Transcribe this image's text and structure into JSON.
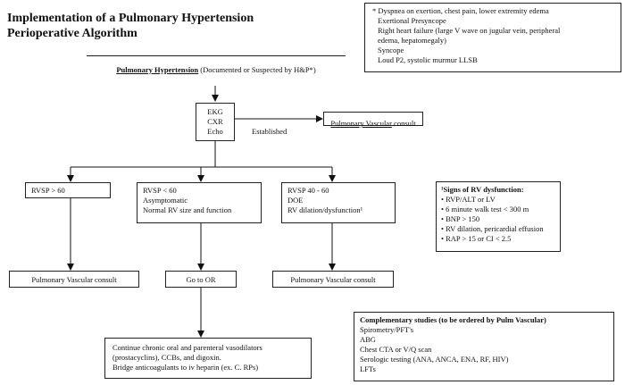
{
  "title": {
    "line1": "Implementation of a Pulmonary Hypertension",
    "line2": "Perioperative Algorithm"
  },
  "footnote_box": {
    "items": [
      "* Dyspnea on exertion, chest pain, lower extremity edema",
      "Exertional Presyncope",
      "Right heart failure (large V wave on jugular vein, peripheral",
      "edema, hepatomegaly)",
      "Syncope",
      "Loud P2, systolic murmur LLSB"
    ]
  },
  "top_box": {
    "main": "Pulmonary Hypertension",
    "suffix": " (Documented or Suspected by H&P*)"
  },
  "ekg_box": {
    "lines": [
      "EKG",
      "CXR",
      "Echo"
    ]
  },
  "establish_label": "Established",
  "pv_consult_top": {
    "main": "Pulmonary Vascular",
    "suffix": " consult"
  },
  "branches": [
    {
      "lines": [
        "RVSP > 60"
      ]
    },
    {
      "lines": [
        "RVSP < 60",
        "Asymptomatic",
        "Normal RV size and function"
      ]
    },
    {
      "lines": [
        "RVSP 40 - 60",
        "DOE",
        "RV dilation/dysfunction¹"
      ]
    }
  ],
  "rv_signs": {
    "heading": "¹Signs of RV dysfunction:",
    "items": [
      "• RVP/ALT or LV",
      "• 6 minute walk test < 300 m",
      "• BNP > 150",
      "• RV dilation, pericardial effusion",
      "• RAP > 15 or CI < 2.5"
    ]
  },
  "bottom_boxes": {
    "left": "Pulmonary Vascular consult",
    "mid": "Go to OR",
    "right": "Pulmonary Vascular consult"
  },
  "therapy_box": {
    "lines": [
      "Continue chronic oral and parenteral vasodilators",
      "(prostacyclins), CCBs, and digoxin.",
      "Bridge anticoagulants to iv heparin (ex. C. RPs)"
    ]
  },
  "studies_box": {
    "heading": "Complementary studies (to be ordered by Pulm Vascular)",
    "items": [
      "Spirometry/PFT's",
      "ABG",
      "Chest CTA or V/Q scan",
      "Serologic testing (ANA, ANCA, ENA, RF, HIV)",
      "LFTs"
    ]
  }
}
